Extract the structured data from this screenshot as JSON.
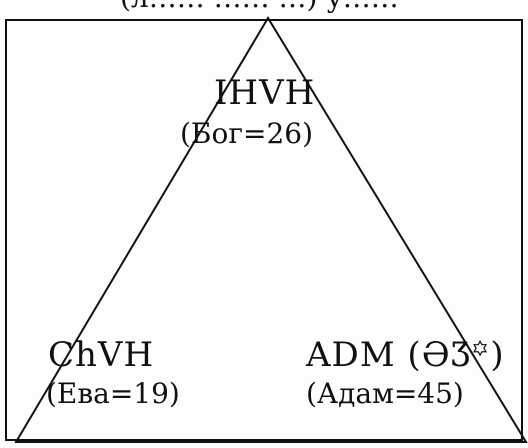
{
  "top_caption": "(л…… …… …) у……",
  "apex": {
    "name": "IHVH",
    "value": "(Бог=26)"
  },
  "left_corner": {
    "name": "ChVH",
    "value": "(Ева=19)"
  },
  "right_corner": {
    "name": "ADM (ƏƷ꙳)",
    "value": "(Адам=45)"
  },
  "colors": {
    "line": "#111111",
    "background": "#fdfdfd"
  }
}
